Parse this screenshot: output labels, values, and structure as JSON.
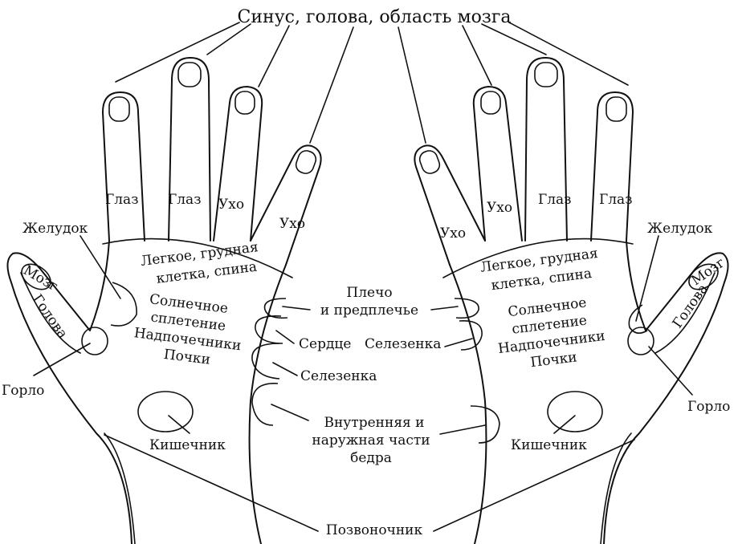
{
  "title": "Синус, голова, область мозга",
  "labels": {
    "eye": "Глаз",
    "ear": "Ухо",
    "stomach": "Желудок",
    "brain": "Мозг",
    "head": "Голова",
    "throat": "Горло",
    "lung_line1": "Легкое, грудная",
    "lung_line2": "клетка, спина",
    "solar_line1": "Солнечное",
    "solar_line2": "сплетение",
    "adrenal": "Надпочечники",
    "kidneys": "Почки",
    "intestine": "Кишечник",
    "shoulder_line1": "Плечо",
    "shoulder_line2": "и предплечье",
    "heart": "Сердце",
    "spleen": "Селезенка",
    "thigh_line1": "Внутренняя и",
    "thigh_line2": "наружная части",
    "thigh_line3": "бедра",
    "spine": "Позвоночник"
  },
  "colors": {
    "ink": "#111111",
    "background": "#ffffff"
  }
}
